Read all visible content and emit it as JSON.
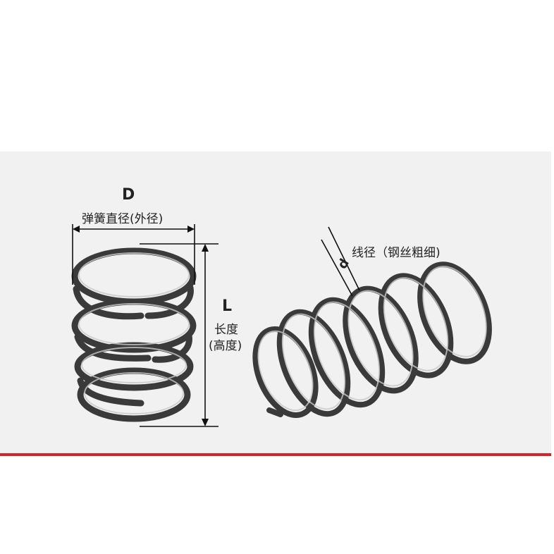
{
  "labels": {
    "outer_diameter_symbol": "D",
    "outer_diameter_text": "弹簧直径(外径)",
    "length_symbol": "L",
    "length_text_1": "长度",
    "length_text_2": "(高度)",
    "wire_symbol": "d",
    "wire_text": "线径（钢丝粗细)"
  },
  "colors": {
    "panel_background": "#f1f1f1",
    "accent_line": "#d4252b",
    "spring_metal": "#3a3a3a",
    "spring_highlight": "#c9c9c9",
    "dimension_line": "#111111"
  }
}
